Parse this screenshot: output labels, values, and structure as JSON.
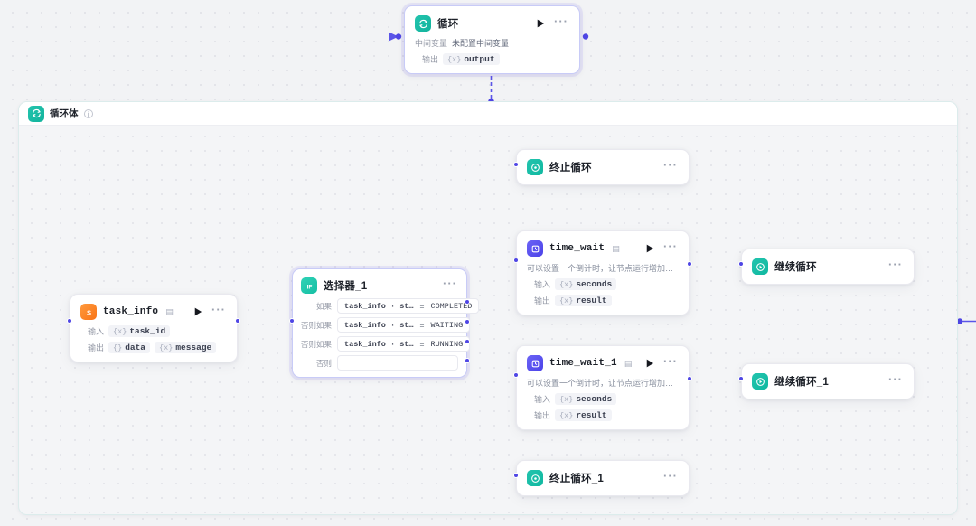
{
  "canvas": {
    "background_color": "#f2f3f5",
    "accent_color": "#5b55e8",
    "teal_color": "#16bfa4",
    "purple_color": "#4b42e8",
    "orange_color": "#f97316"
  },
  "loop_node": {
    "title": "循环",
    "icon": "loop-icon",
    "run_icon": "play-icon",
    "more_icon": "more-dots-icon",
    "rows": [
      {
        "label": "中间变量",
        "value": "未配置中间变量"
      },
      {
        "label": "输出",
        "chip_type": "{x}",
        "chip_value": "output"
      }
    ]
  },
  "loop_body": {
    "title": "循环体",
    "info_icon": "info-icon"
  },
  "task_info_node": {
    "title": "task_info",
    "icon": "s-plugin-icon",
    "tag_icon": "tag-icon",
    "run_icon": "play-icon",
    "more_icon": "more-dots-icon",
    "input_label": "输入",
    "input_chips": [
      {
        "type": "{x}",
        "name": "task_id"
      }
    ],
    "output_label": "输出",
    "output_chips": [
      {
        "type": "{}",
        "name": "data"
      },
      {
        "type": "{x}",
        "name": "message"
      }
    ]
  },
  "selector_node": {
    "title": "选择器_1",
    "icon": "if-icon",
    "more_icon": "more-dots-icon",
    "conditions": [
      {
        "label": "如果",
        "variable": "task_info · st…",
        "operator": "=",
        "value": "COMPLETED"
      },
      {
        "label": "否则如果",
        "variable": "task_info · st…",
        "operator": "=",
        "value": "WAITING"
      },
      {
        "label": "否则如果",
        "variable": "task_info · st…",
        "operator": "=",
        "value": "RUNNING"
      },
      {
        "label": "否则",
        "variable": "",
        "operator": "",
        "value": ""
      }
    ]
  },
  "break_node": {
    "title": "终止循环",
    "icon": "break-loop-icon",
    "more_icon": "more-dots-icon"
  },
  "break_node_1": {
    "title": "终止循环_1",
    "icon": "break-loop-icon",
    "more_icon": "more-dots-icon"
  },
  "wait_node": {
    "title": "time_wait",
    "icon": "wait-plugin-icon",
    "tag_icon": "tag-icon",
    "run_icon": "play-icon",
    "more_icon": "more-dots-icon",
    "description": "可以设置一个倒计时，让节点运行增加一个等待，可搭配轮询步…",
    "input_label": "输入",
    "input_chips": [
      {
        "type": "{x}",
        "name": "seconds"
      }
    ],
    "output_label": "输出",
    "output_chips": [
      {
        "type": "{x}",
        "name": "result"
      }
    ]
  },
  "wait_node_1": {
    "title": "time_wait_1",
    "icon": "wait-plugin-icon",
    "tag_icon": "tag-icon",
    "run_icon": "play-icon",
    "more_icon": "more-dots-icon",
    "description": "可以设置一个倒计时，让节点运行增加一个等待，可搭配轮询步…",
    "input_label": "输入",
    "input_chips": [
      {
        "type": "{x}",
        "name": "seconds"
      }
    ],
    "output_label": "输出",
    "output_chips": [
      {
        "type": "{x}",
        "name": "result"
      }
    ]
  },
  "continue_node": {
    "title": "继续循环",
    "icon": "continue-loop-icon",
    "more_icon": "more-dots-icon"
  },
  "continue_node_1": {
    "title": "继续循环_1",
    "icon": "continue-loop-icon",
    "more_icon": "more-dots-icon"
  }
}
